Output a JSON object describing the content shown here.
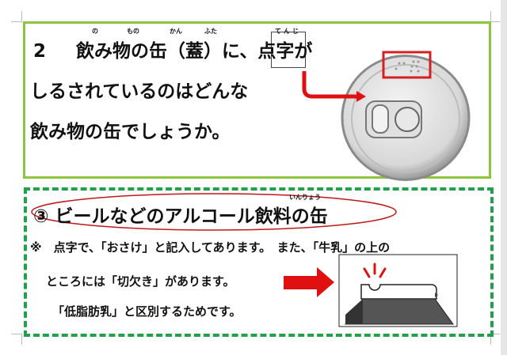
{
  "question": {
    "number": "2",
    "line1_a": "飲み物の缶（蓋）に、",
    "line1_b": "点字",
    "line1_c": "が",
    "line2": "しるされているのはどんな",
    "line3": "飲み物の缶でしょうか。",
    "ruby": {
      "no": "の",
      "mono": "もの",
      "kan": "かん",
      "futa": "ふた",
      "tenji": "てんじ"
    }
  },
  "answer": {
    "title": "③ ビールなどのアルコール飲料の缶",
    "ruby_inryou": "いんりょう",
    "note_line1": "※　点字で、「おさけ」と記入してあります。　また、「牛乳」の上の",
    "note_line2": "ところには「切欠き」があります。",
    "note_line3": "「低脂肪乳」と区別するためです。"
  },
  "colors": {
    "solid_border": "#8cc63f",
    "dashed_border": "#22a04b",
    "accent_red": "#e01010"
  }
}
